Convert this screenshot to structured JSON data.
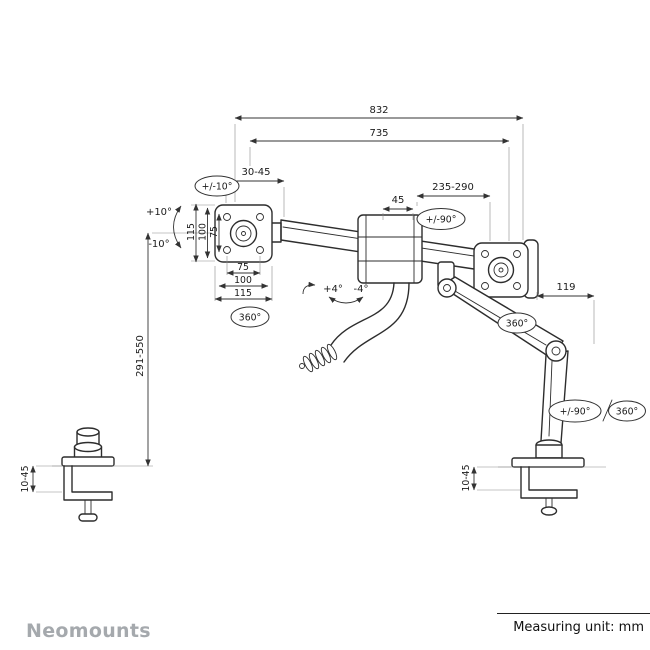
{
  "footer": {
    "brand": "Neomounts",
    "measuring_unit": "Measuring unit: mm"
  },
  "dims": {
    "total_width": "832",
    "bar_width": "735",
    "plate_offset": "30-45",
    "center_width": "45",
    "extension_range": "235-290",
    "monitor_swivel": "+/-90°",
    "monitor_tilt": "+/-10°",
    "tilt_up": "+10°",
    "tilt_down": "-10°",
    "vesa_vertical": [
      "115",
      "100",
      "75"
    ],
    "vesa_horizontal": [
      "75",
      "100",
      "115"
    ],
    "monitor_rotation": "360°",
    "arm_tilt_up": "+4°",
    "arm_tilt_down": "-4°",
    "pivot_offset": "119",
    "arm_rotation": "360°",
    "height_range": "291-550",
    "base_swivel": "+/-90°",
    "base_rotation": "360°",
    "clamp_thickness_left": "10-45",
    "clamp_thickness_right": "10-45"
  }
}
